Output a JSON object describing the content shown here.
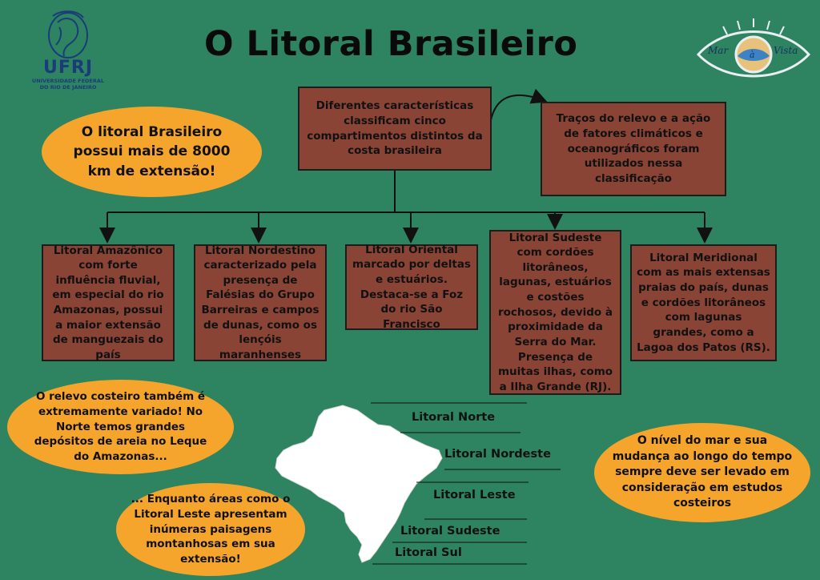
{
  "title": "O Litoral Brasileiro",
  "logo_ufrj": {
    "name": "UFRJ",
    "subtitle_line1": "UNIVERSIDADE FEDERAL",
    "subtitle_line2": "DO RIO DE JANEIRO"
  },
  "logo_mar_vista": {
    "word1": "Mar",
    "word2": "à",
    "word3": "Vista"
  },
  "center_box": "Diferentes características classificam cinco compartimentos distintos da costa brasileira",
  "right_box": "Traços do relevo e a ação de fatores climáticos e oceanográficos foram utilizados nessa classificação",
  "compartments": [
    {
      "text": "Litoral Amazônico com forte influência fluvial, em especial do rio Amazonas, possui a maior extensão de manguezais do país"
    },
    {
      "text": "Litoral Nordestino caracterizado pela presença de Falésias do Grupo Barreiras e campos de dunas, como os lençóis maranhenses"
    },
    {
      "text": "Litoral Oriental marcado por deltas e estuários. Destaca-se a Foz do rio São Francisco"
    },
    {
      "text": "Litoral Sudeste com cordões litorâneos, lagunas, estuários e costões rochosos, devido à proximidade da Serra do Mar. Presença de muitas ilhas, como a Ilha Grande (RJ)."
    },
    {
      "text": "Litoral Meridional  com as mais extensas praias do país, dunas e cordões litorâneos com lagunas grandes, como a Lagoa dos Patos (RS)."
    }
  ],
  "notes": {
    "extension": "O litoral Brasileiro possui mais de 8000 km de extensão!",
    "relief": "O relevo costeiro também é extremamente variado! No Norte temos grandes depósitos de areia no Leque do Amazonas...",
    "mountains": "... Enquanto áreas como o Litoral Leste apresentam inúmeras paisagens montanhosas em sua extensão!",
    "sea_level": "O nível do mar e sua mudança ao longo do tempo sempre deve ser levado em consideração em estudos costeiros"
  },
  "map_labels": [
    "Litoral Norte",
    "Litoral Nordeste",
    "Litoral Leste",
    "Litoral Sudeste",
    "Litoral Sul"
  ],
  "colors": {
    "background": "#2e8360",
    "box": "#8a4435",
    "note": "#f5a52b",
    "ufrj_blue": "#1a3d7a"
  }
}
